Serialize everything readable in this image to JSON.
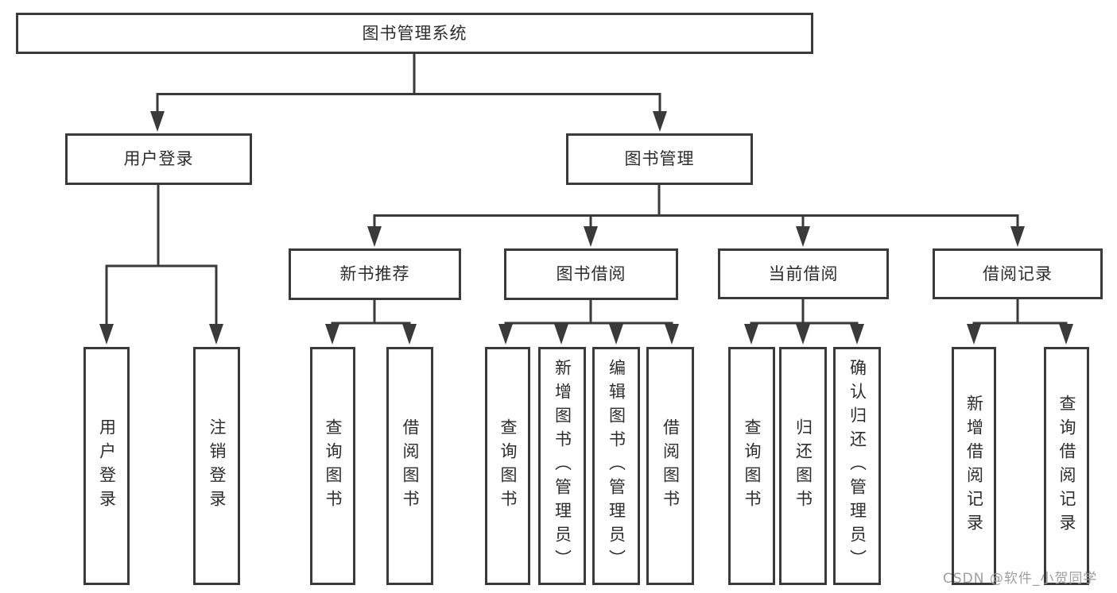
{
  "diagram_title": "图书管理系统",
  "tree": {
    "root": {
      "label": "图书管理系统"
    },
    "branches": [
      {
        "label": "用户登录",
        "leaves": [
          "用户登录",
          "注销登录"
        ]
      },
      {
        "label": "图书管理",
        "groups": [
          {
            "label": "新书推荐",
            "leaves": [
              "查询图书",
              "借阅图书"
            ]
          },
          {
            "label": "图书借阅",
            "leaves": [
              "查询图书",
              "新增图书（管理员）",
              "编辑图书（管理员）",
              "借阅图书"
            ]
          },
          {
            "label": "当前借阅",
            "leaves": [
              "查询图书",
              "归还图书",
              "确认归还（管理员）"
            ]
          },
          {
            "label": "借阅记录",
            "leaves": [
              "新增借阅记录",
              "查询借阅记录"
            ]
          }
        ]
      }
    ]
  },
  "watermark": "CSDN @软件_小贺同学",
  "colors": {
    "line": "#3a3a3a",
    "text": "#2d2d2d",
    "box_background": "#ffffff",
    "page_background": "#ffffff",
    "watermark": "#9e9e9e"
  }
}
